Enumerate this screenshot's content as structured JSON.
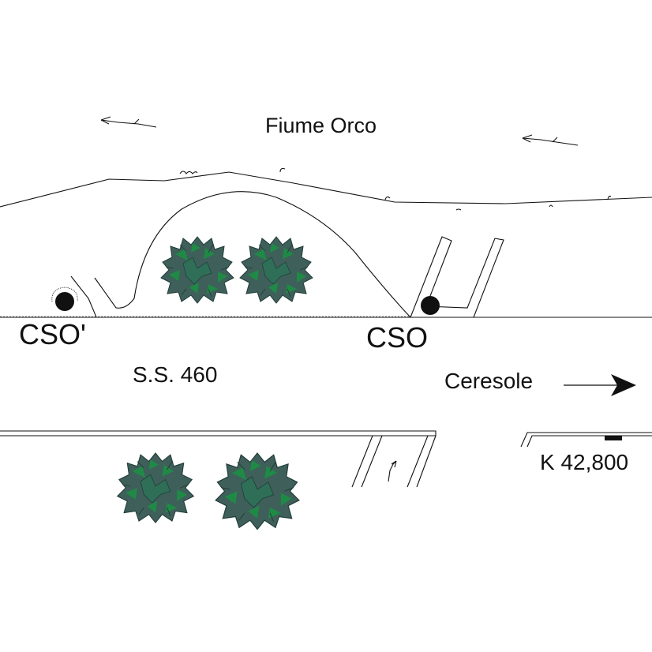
{
  "labels": {
    "river": "Fiume Orco",
    "cso_prime": "CSO'",
    "cso": "CSO",
    "road": "S.S. 460",
    "direction": "Ceresole",
    "km_marker": "K 42,800"
  },
  "colors": {
    "ink": "#111111",
    "bush_dark": "#3f5f5a",
    "bush_light": "#1f8a45",
    "background": "#ffffff"
  },
  "icons": {
    "bush": "shrub-icon",
    "direction": "arrow-right-icon",
    "point": "survey-point-icon"
  }
}
